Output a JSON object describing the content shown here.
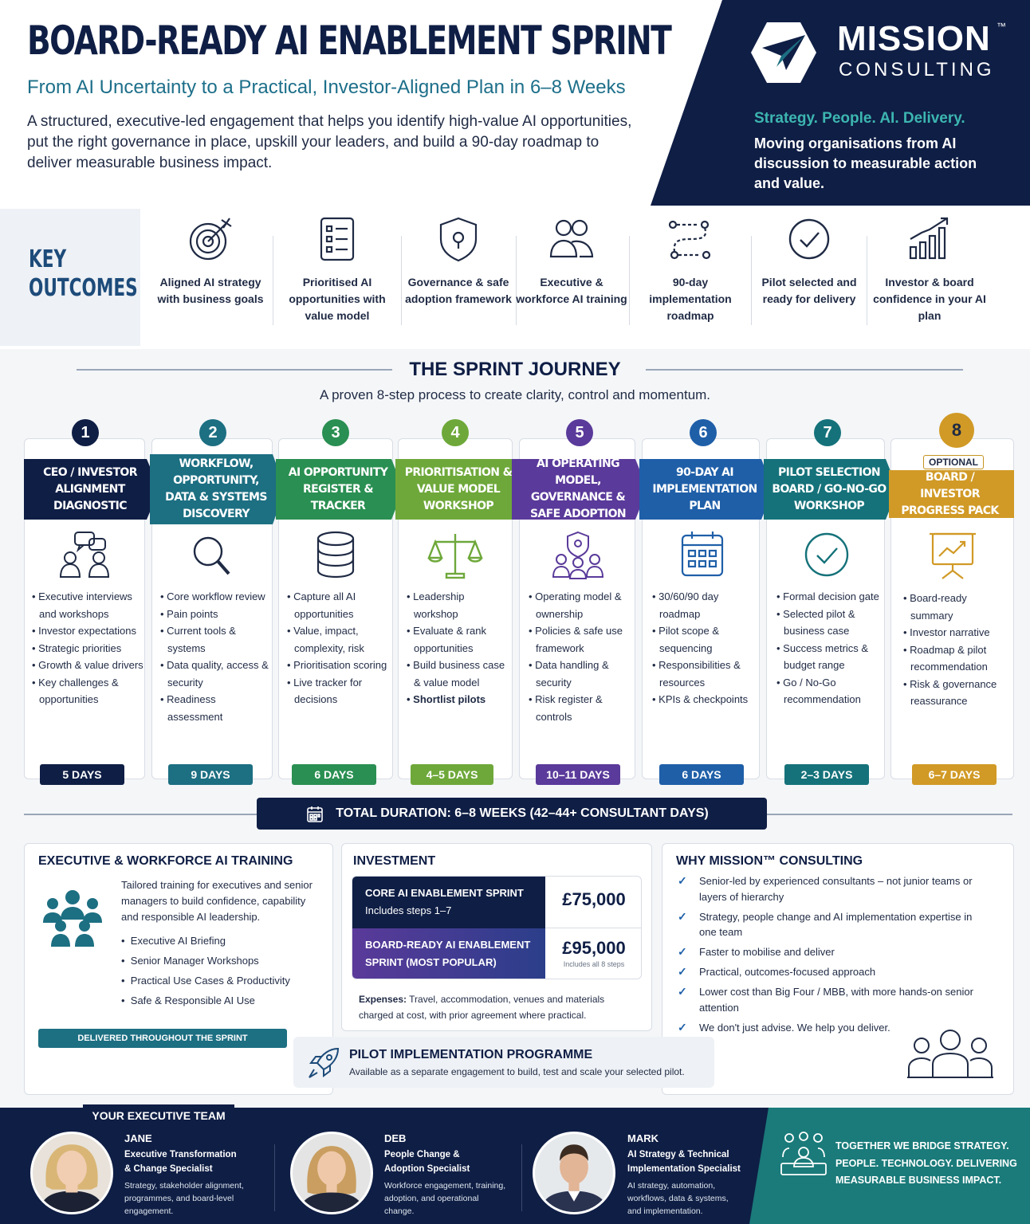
{
  "header": {
    "title": "BOARD-READY AI ENABLEMENT SPRINT",
    "subtitle": "From AI Uncertainty to a Practical, Investor-Aligned Plan in 6–8 Weeks",
    "intro": "A structured, executive-led engagement that helps you identify high-value AI opportunities, put the right governance in place, upskill your leaders, and build a 90-day roadmap to deliver measurable business impact."
  },
  "brand": {
    "name": "MISSION",
    "tm": "™",
    "sub": "CONSULTING",
    "tagline": "Strategy. People. AI. Delivery.",
    "description": "Moving organisations from AI discussion to measurable action and value."
  },
  "outcomes": {
    "title_line1": "KEY",
    "title_line2": "OUTCOMES",
    "items": [
      {
        "icon": "target-icon",
        "label": "Aligned AI strategy with business goals"
      },
      {
        "icon": "checklist-icon",
        "label": "Prioritised AI opportunities with value model"
      },
      {
        "icon": "shield-icon",
        "label": "Governance & safe adoption framework"
      },
      {
        "icon": "people-icon",
        "label": "Executive & workforce AI training"
      },
      {
        "icon": "roadmap-icon",
        "label": "90-day implementation roadmap"
      },
      {
        "icon": "check-circle-icon",
        "label": "Pilot selected and ready for delivery"
      },
      {
        "icon": "growth-chart-icon",
        "label": "Investor & board confidence in your AI plan"
      }
    ]
  },
  "journey": {
    "title": "THE SPRINT JOURNEY",
    "subtitle": "A proven 8-step process to create clarity, control and momentum.",
    "optional_label": "OPTIONAL",
    "steps": [
      {
        "num": "1",
        "title": "CEO / INVESTOR ALIGNMENT DIAGNOSTIC",
        "color": "#0f1e45",
        "icon": "discussion-icon",
        "bullets": [
          "Executive interviews and workshops",
          "Investor expectations",
          "Strategic priorities",
          "Growth & value drivers",
          "Key challenges & opportunities"
        ],
        "days": "5 DAYS"
      },
      {
        "num": "2",
        "title": "WORKFLOW, OPPORTUNITY, DATA & SYSTEMS DISCOVERY",
        "color": "#1d6f82",
        "icon": "magnifier-icon",
        "bullets": [
          "Core workflow review",
          "Pain points",
          "Current tools & systems",
          "Data quality, access & security",
          "Readiness assessment"
        ],
        "days": "9 DAYS"
      },
      {
        "num": "3",
        "title": "AI OPPORTUNITY REGISTER & TRACKER",
        "color": "#2a8f52",
        "icon": "database-icon",
        "bullets": [
          "Capture all AI opportunities",
          "Value, impact, complexity, risk",
          "Prioritisation scoring",
          "Live tracker for decisions"
        ],
        "days": "6 DAYS"
      },
      {
        "num": "4",
        "title": "PRIORITISATION & VALUE MODEL WORKSHOP",
        "color": "#6ea83a",
        "icon": "scales-icon",
        "bullets": [
          "Leadership workshop",
          "Evaluate & rank opportunities",
          "Build business case & value model",
          "Shortlist pilots"
        ],
        "days": "4–5 DAYS"
      },
      {
        "num": "5",
        "title": "AI OPERATING MODEL, GOVERNANCE & SAFE ADOPTION",
        "color": "#5a3a9a",
        "icon": "org-shield-icon",
        "bullets": [
          "Operating model & ownership",
          "Policies & safe use framework",
          "Data handling & security",
          "Risk register & controls"
        ],
        "days": "10–11 DAYS"
      },
      {
        "num": "6",
        "title": "90-DAY AI IMPLEMENTATION PLAN",
        "color": "#1f5fa8",
        "icon": "calendar-icon",
        "bullets": [
          "30/60/90 day roadmap",
          "Pilot scope & sequencing",
          "Responsibilities & resources",
          "KPIs & checkpoints"
        ],
        "days": "6 DAYS"
      },
      {
        "num": "7",
        "title": "PILOT SELECTION BOARD / GO-NO-GO WORKSHOP",
        "color": "#15727a",
        "icon": "check-circle-icon",
        "bullets": [
          "Formal decision gate",
          "Selected pilot & business case",
          "Success metrics & budget range",
          "Go / No-Go recommendation"
        ],
        "days": "2–3 DAYS"
      },
      {
        "num": "8",
        "title": "BOARD / INVESTOR PROGRESS PACK",
        "color": "#d19a26",
        "icon": "presentation-icon",
        "bullets": [
          "Board-ready summary",
          "Investor narrative",
          "Roadmap & pilot recommendation",
          "Risk & governance reassurance"
        ],
        "days": "6–7 DAYS"
      }
    ],
    "total": "TOTAL DURATION:  6–8 WEEKS (42–44+ CONSULTANT DAYS)"
  },
  "training": {
    "title": "EXECUTIVE & WORKFORCE AI TRAINING",
    "description": "Tailored training for executives and senior managers to build confidence, capability and responsible AI leadership.",
    "items": [
      "Executive AI Briefing",
      "Senior Manager Workshops",
      "Practical Use Cases & Productivity",
      "Safe & Responsible AI Use"
    ],
    "bar": "DELIVERED THROUGHOUT THE SPRINT"
  },
  "investment": {
    "title": "INVESTMENT",
    "rows": [
      {
        "name_line1": "CORE AI ENABLEMENT SPRINT",
        "name_line2": "Includes steps 1–7",
        "price": "£75,000"
      },
      {
        "name_line1": "BOARD-READY AI ENABLEMENT",
        "name_line2": "SPRINT (MOST POPULAR)",
        "price": "£95,000",
        "note": "Includes all 8 steps"
      }
    ],
    "expenses_label": "Expenses:",
    "expenses_text": " Travel, accommodation, venues and materials charged at cost, with prior agreement where practical."
  },
  "why": {
    "title": "WHY MISSION™ CONSULTING",
    "items": [
      "Senior-led by experienced consultants – not junior teams or layers of hierarchy",
      "Strategy, people change and AI implementation expertise in one team",
      "Faster to mobilise and deliver",
      "Practical, outcomes-focused approach",
      "Lower cost than Big Four / MBB, with more hands-on senior attention",
      "We don't just advise. We help you deliver."
    ]
  },
  "pilot": {
    "title": "PILOT IMPLEMENTATION PROGRAMME",
    "text": "Available as a separate engagement to build, test and scale your selected pilot."
  },
  "team": {
    "title": "YOUR EXECUTIVE TEAM",
    "members": [
      {
        "name": "JANE",
        "role_line1": "Executive Transformation",
        "role_line2": "& Change Specialist",
        "desc": [
          "Strategy, stakeholder alignment,",
          "programmes, and board-level",
          "engagement."
        ]
      },
      {
        "name": "DEB",
        "role_line1": "People Change &",
        "role_line2": "Adoption Specialist",
        "desc": [
          "Workforce engagement, training,",
          "adoption, and operational",
          "change."
        ]
      },
      {
        "name": "MARK",
        "role_line1": "AI Strategy & Technical",
        "role_line2": "Implementation Specialist",
        "desc": [
          "AI strategy, automation,",
          "workflows, data & systems,",
          "and implementation."
        ]
      }
    ],
    "closing": "TOGETHER WE BRIDGE STRATEGY. PEOPLE. TECHNOLOGY. DELIVERING MEASURABLE BUSINESS IMPACT."
  },
  "colors": {
    "navy": "#0f1e45",
    "teal": "#1a7b7a",
    "accent_teal": "#3cb6b0",
    "gold": "#d19a26"
  }
}
